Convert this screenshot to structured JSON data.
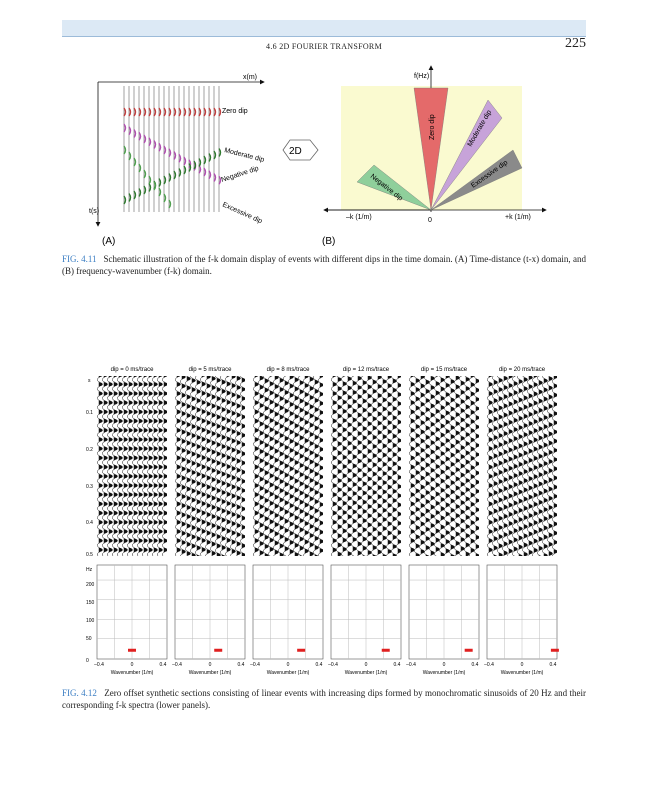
{
  "header": {
    "section_title": "4.6 2D FOURIER TRANSFORM",
    "page_number": "225"
  },
  "fig411": {
    "panelA": {
      "x_axis_label": "x(m)",
      "t_axis_label": "t(s)",
      "events": [
        "Zero dip",
        "Moderate dip",
        "Negative dip",
        "Excessive dip"
      ],
      "panel_label": "(A)"
    },
    "arrow_label": "2D",
    "panelB": {
      "f_axis_label": "f(Hz)",
      "neg_k_label": "–k (1/m)",
      "origin_label": "0",
      "pos_k_label": "+k (1/m)",
      "wedges": [
        {
          "label": "Zero dip",
          "color": "#e46a6a"
        },
        {
          "label": "Moderate dip",
          "color": "#c7a3d9"
        },
        {
          "label": "Excessive dip",
          "color": "#8a8a8a"
        },
        {
          "label": "Negative dip",
          "color": "#8fcf9b"
        }
      ],
      "panel_label": "(B)",
      "background": "#fafad0"
    },
    "caption_label": "FIG. 4.11",
    "caption_text": "Schematic illustration of the f-k domain display of events with different dips in the time domain. (A) Time-distance (t-x) domain, and (B) frequency-wavenumber (f-k) domain."
  },
  "fig412": {
    "panel_titles": [
      "dip = 0 ms/trace",
      "dip = 5 ms/trace",
      "dip = 8 ms/trace",
      "dip = 12 ms/trace",
      "dip = 15 ms/trace",
      "dip = 20 ms/trace"
    ],
    "dips_ms_per_trace": [
      0,
      5,
      8,
      12,
      15,
      20
    ],
    "time_axis_unit": "s",
    "time_ticks": [
      "0.1",
      "0.2",
      "0.3",
      "0.4",
      "0.5"
    ],
    "freq_axis_unit": "Hz",
    "freq_ticks": [
      "200",
      "150",
      "100",
      "50",
      "0"
    ],
    "k_ticks": [
      "–0.4",
      "0",
      "0.4"
    ],
    "k_axis_label": "Wavenumber (1/m)",
    "frequency_hz": 20,
    "spectrum_color": "#e02020",
    "caption_label": "FIG. 4.12",
    "caption_text": "Zero offset synthetic sections consisting of linear events with increasing dips formed by monochromatic sinusoids of 20 Hz and their corresponding f-k spectra (lower panels)."
  }
}
